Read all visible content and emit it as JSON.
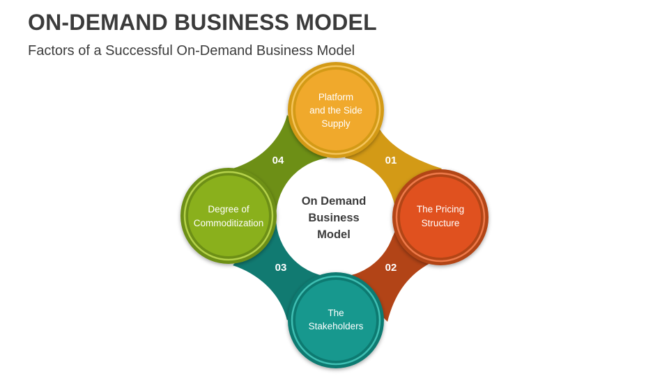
{
  "title": "ON-DEMAND BUSINESS MODEL",
  "subtitle": "Factors of a Successful On-Demand Business Model",
  "center": {
    "line1": "On Demand",
    "line2": "Business",
    "line3": "Model"
  },
  "nodes": [
    {
      "line1": "Platform",
      "line2": "and the Side",
      "line3": "Supply",
      "color": "#F0A92C"
    },
    {
      "line1": "The Pricing",
      "line2": "Structure",
      "color": "#E0511F"
    },
    {
      "line1": "The",
      "line2": "Stakeholders",
      "color": "#17988E"
    },
    {
      "line1": "Degree of",
      "line2": "Commoditization",
      "color": "#8AB01C"
    }
  ],
  "segments": [
    {
      "number": "01",
      "color": "#D39A16"
    },
    {
      "number": "02",
      "color": "#B24417"
    },
    {
      "number": "03",
      "color": "#117A71"
    },
    {
      "number": "04",
      "color": "#6D8F16"
    }
  ]
}
